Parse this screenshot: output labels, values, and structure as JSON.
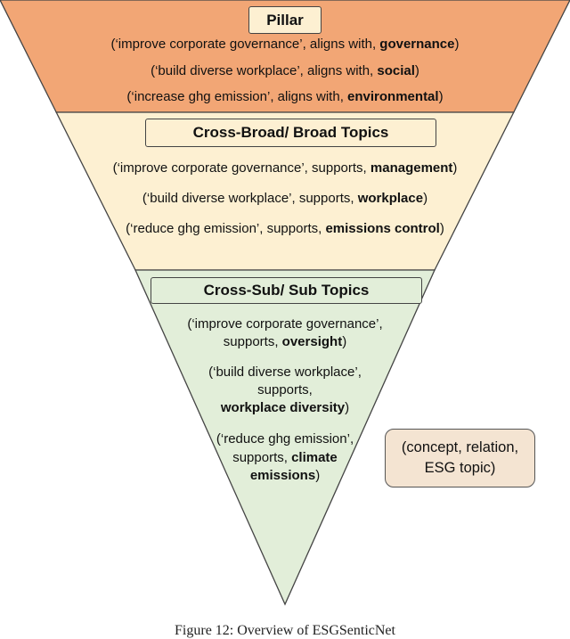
{
  "colors": {
    "pillar_band": "#f2a675",
    "broad_band": "#fdf0d2",
    "sub_band": "#e2eed9",
    "title_box_fill": "#fdf0d2",
    "outline": "#444444"
  },
  "pillar": {
    "title": "Pillar",
    "lines": [
      {
        "pre": "(‘improve corporate governance’, aligns with, ",
        "bold": "governance",
        "post": ")"
      },
      {
        "pre": "(‘build diverse workplace’, aligns with, ",
        "bold": "social",
        "post": ")"
      },
      {
        "pre": "(‘increase ghg emission’, aligns with, ",
        "bold": "environmental",
        "post": ")"
      }
    ]
  },
  "broad": {
    "title": "Cross-Broad/ Broad Topics",
    "lines": [
      {
        "pre": "(‘improve corporate governance’, supports, ",
        "bold": "management",
        "post": ")"
      },
      {
        "pre": "(‘build diverse workplace’, supports, ",
        "bold": "workplace",
        "post": ")"
      },
      {
        "pre": "(‘reduce ghg emission’, supports, ",
        "bold": "emissions control",
        "post": ")"
      }
    ]
  },
  "sub": {
    "title": "Cross-Sub/ Sub Topics",
    "line1a": "(‘improve corporate governance’,",
    "line1b_pre": "supports, ",
    "line1b_bold": "oversight",
    "line1b_post": ")",
    "line2a": "(‘build diverse workplace’,",
    "line2b": "supports,",
    "line2c_bold": "workplace diversity",
    "line2c_post": ")",
    "line3a": "(‘reduce ghg emission’,",
    "line3b_pre": "supports, ",
    "line3b_bold": "climate",
    "line3c_bold": "emissions",
    "line3c_post": ")"
  },
  "legend": {
    "line1": "(concept, relation,",
    "line2": "ESG topic)"
  },
  "caption": "Figure 12: Overview of ESGSenticNet"
}
